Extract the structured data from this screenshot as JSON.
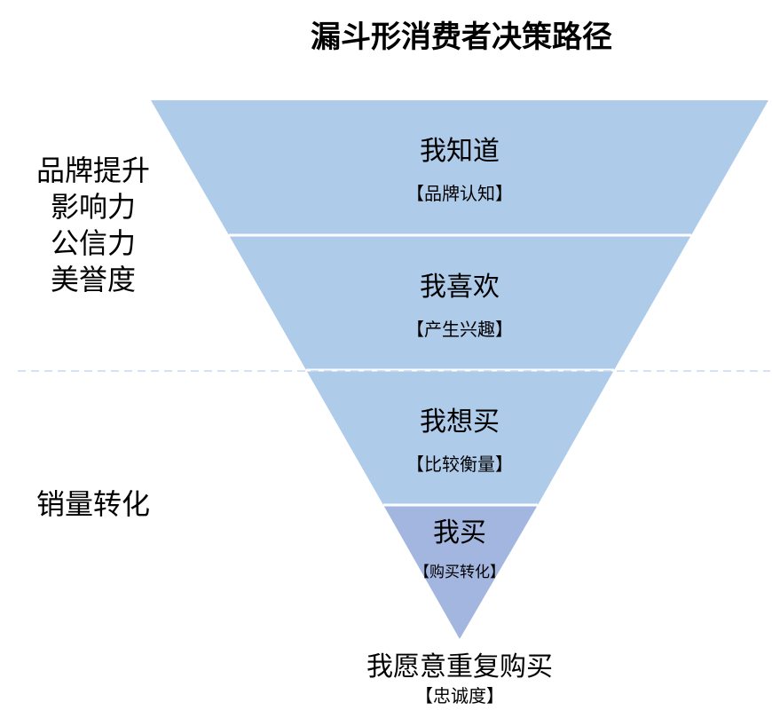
{
  "title": "漏斗形消费者决策路径",
  "left_labels": {
    "brand_group": [
      "品牌提升",
      "影响力",
      "公信力",
      "美誉度"
    ],
    "sales_group": "销量转化"
  },
  "stages": [
    {
      "main": "我知道",
      "sub": "【品牌认知】",
      "color": "#AECBEA"
    },
    {
      "main": "我喜欢",
      "sub": "【产生兴趣】",
      "color": "#AECBEA"
    },
    {
      "main": "我想买",
      "sub": "【比较衡量】",
      "color": "#AECBEA"
    },
    {
      "main": "我买",
      "sub": "【购买转化】",
      "color": "#A3B6E0"
    }
  ],
  "bottom": {
    "main": "我愿意重复购买",
    "sub": "【忠诚度】"
  },
  "colors": {
    "divider": "#C5D9EF",
    "separator": "#ffffff"
  }
}
